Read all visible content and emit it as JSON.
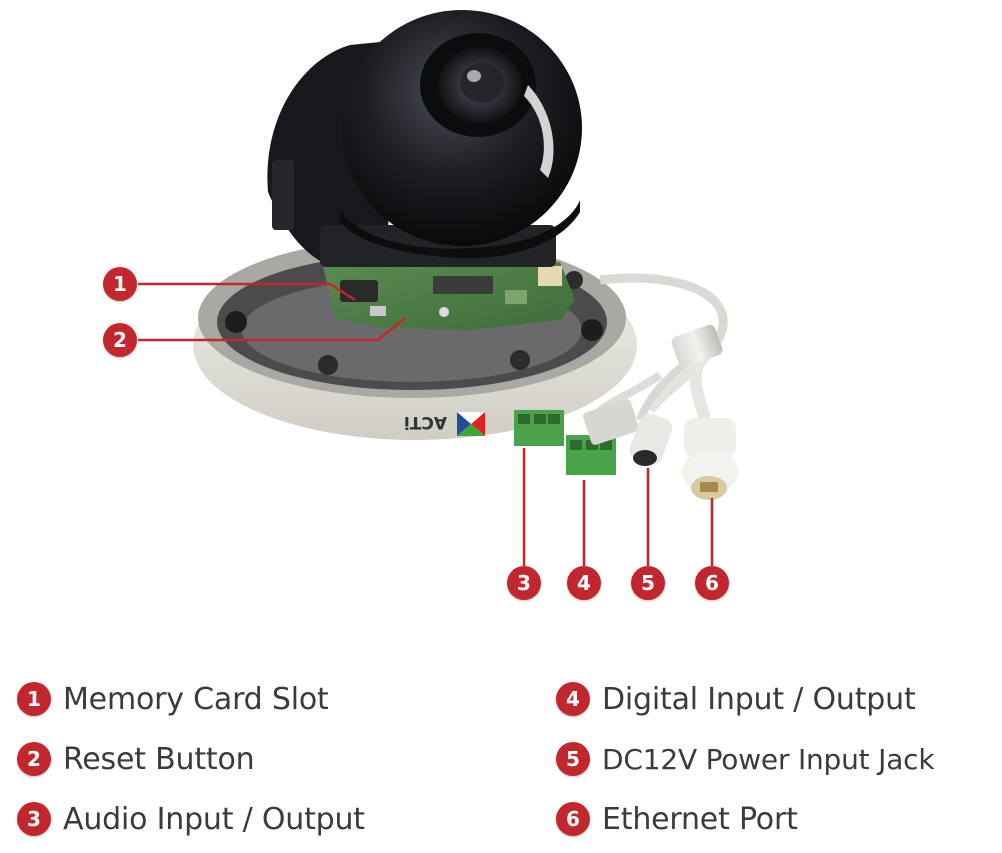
{
  "brand": {
    "logo_text": "ACTi",
    "colors": {
      "red": "#e2231a",
      "blue": "#1f4e9c",
      "green": "#3aa935"
    }
  },
  "accent_color": "#c1272d",
  "callouts": [
    {
      "number": "1"
    },
    {
      "number": "2"
    },
    {
      "number": "3"
    },
    {
      "number": "4"
    },
    {
      "number": "5"
    },
    {
      "number": "6"
    }
  ],
  "legend": [
    {
      "number": "1",
      "label": "Memory Card Slot"
    },
    {
      "number": "2",
      "label": "Reset Button"
    },
    {
      "number": "3",
      "label": "Audio Input / Output"
    },
    {
      "number": "4",
      "label": "Digital Input / Output"
    },
    {
      "number": "5",
      "label": "DC12V Power Input Jack"
    },
    {
      "number": "6",
      "label": "Ethernet Port"
    }
  ]
}
